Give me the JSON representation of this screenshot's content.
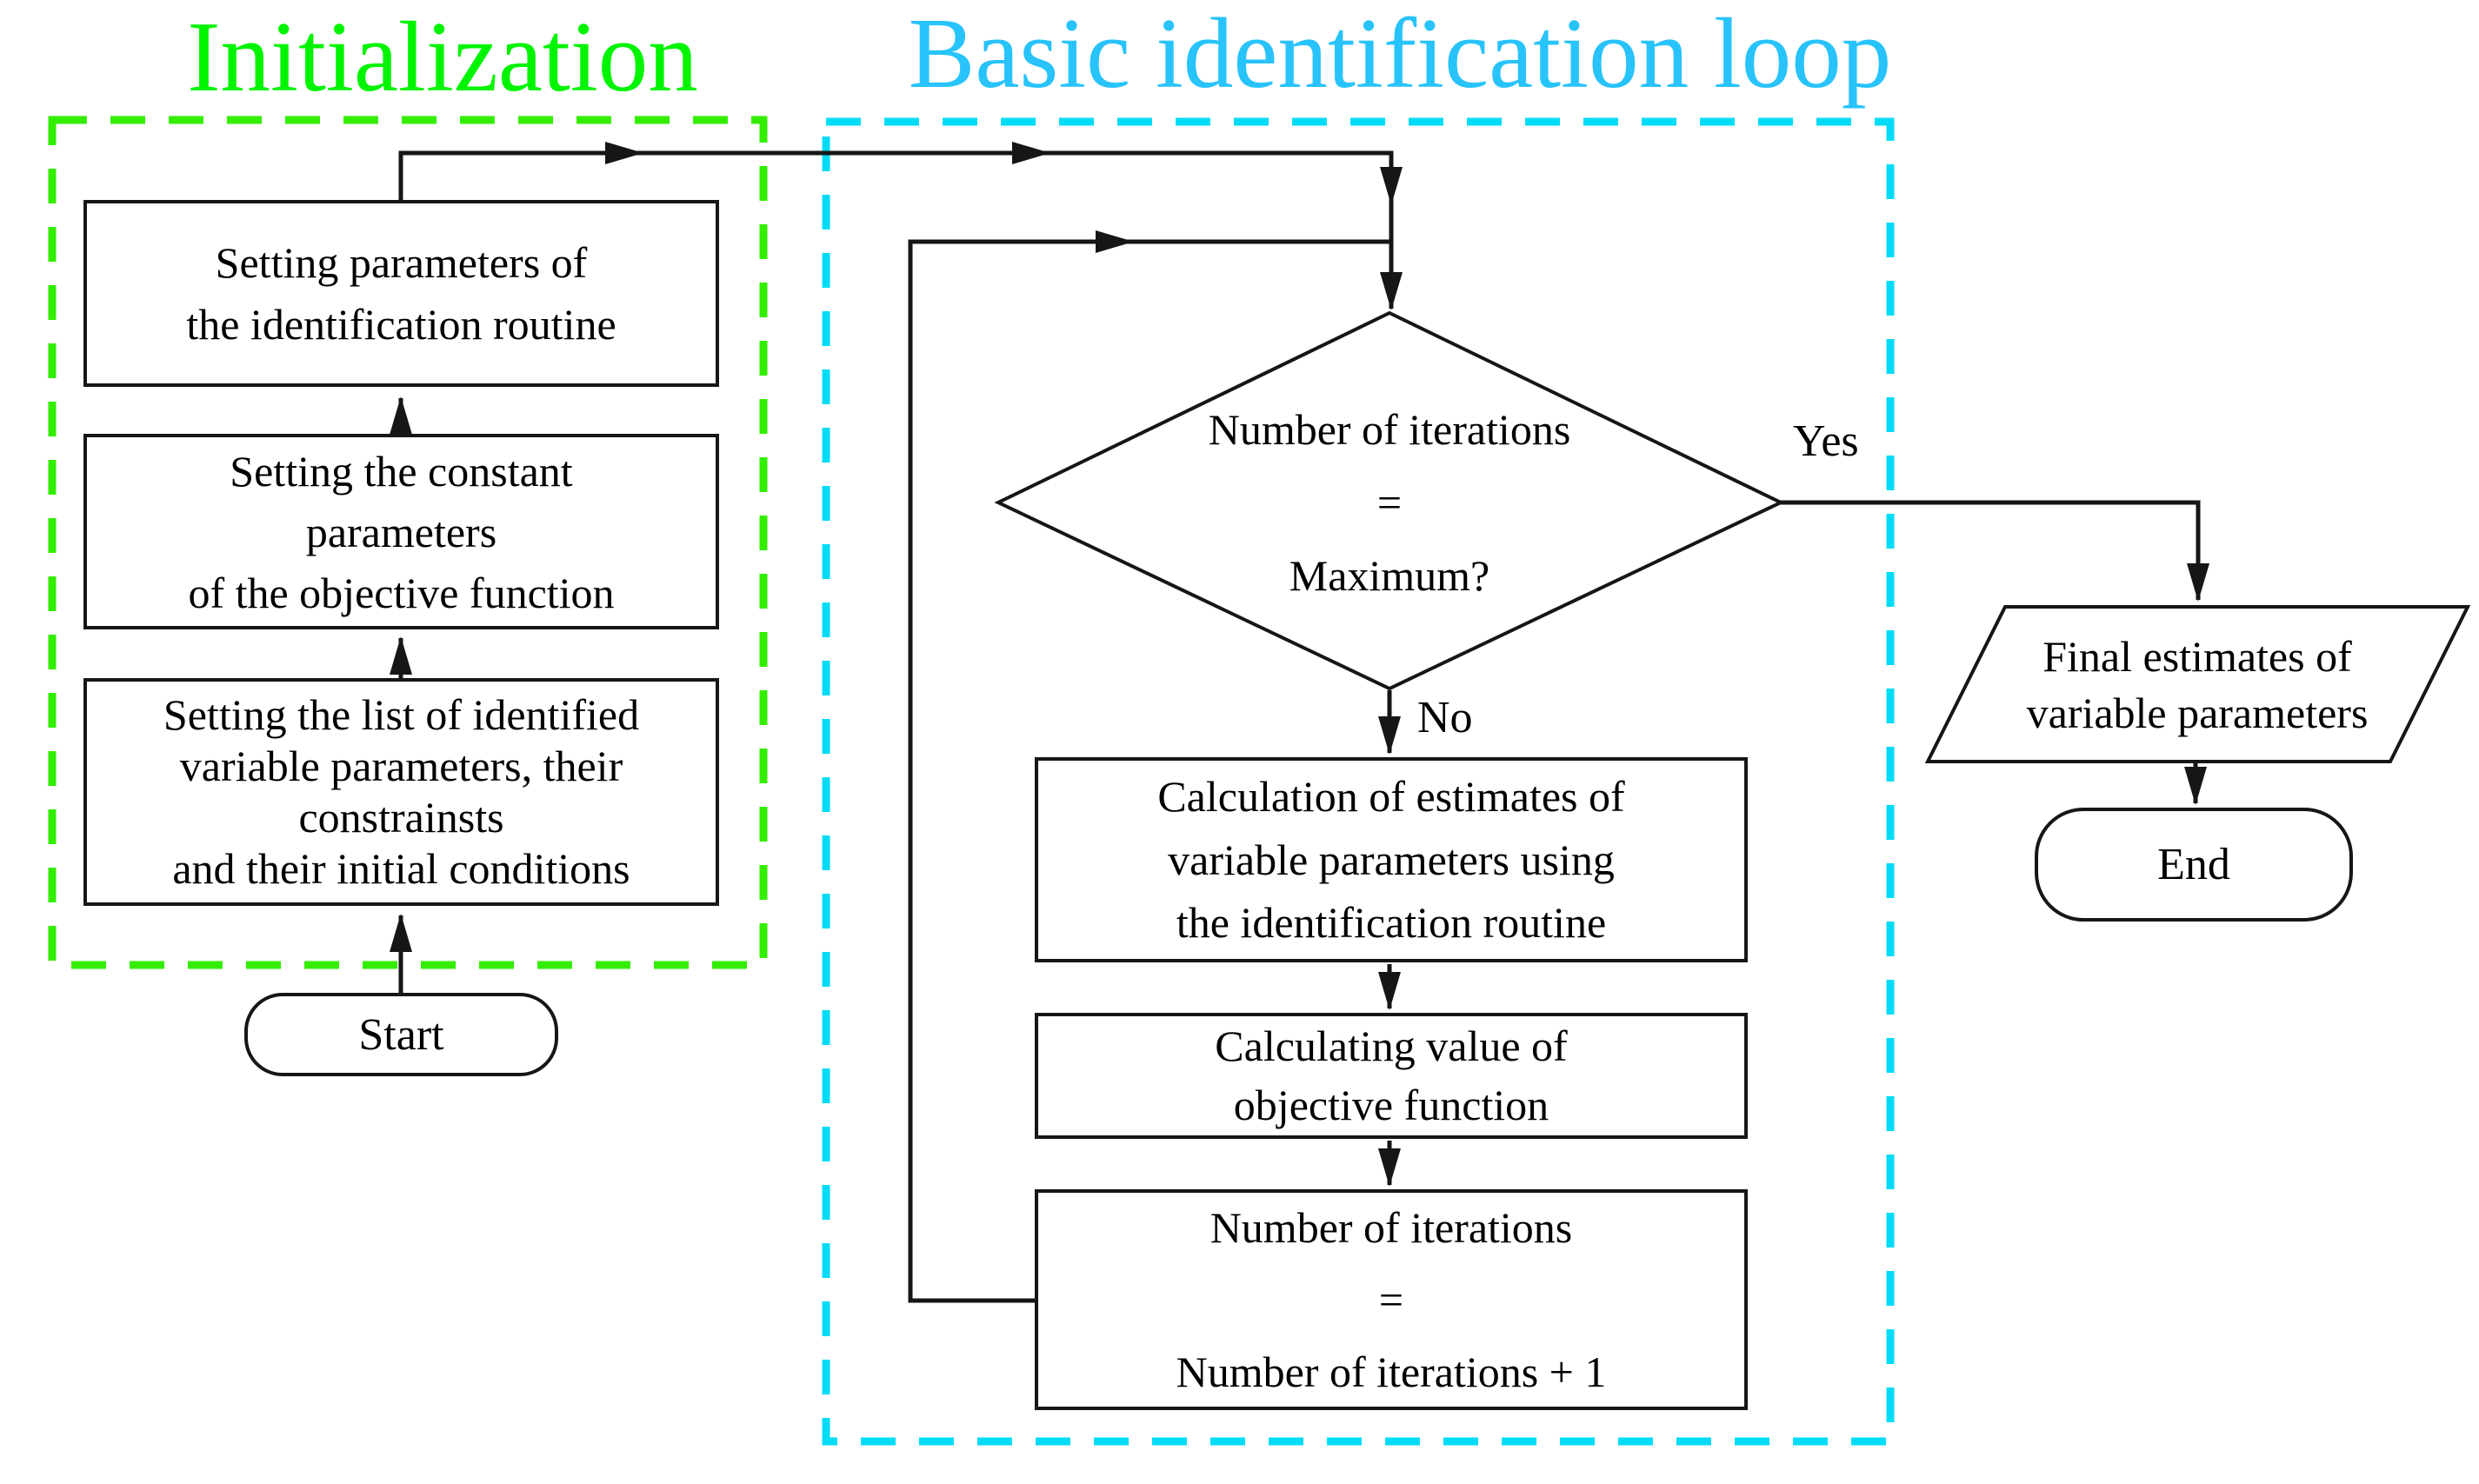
{
  "titles": {
    "initialization": "Initialization",
    "basic_loop": "Basic identification loop"
  },
  "colors": {
    "title_green": "#00f400",
    "title_cyan": "#28c3fa",
    "dash_green": "#33ee00",
    "dash_cyan": "#00dcf5",
    "line_black": "#161616"
  },
  "init": {
    "box1": "Setting  parameters of\nthe identification routine",
    "box2": "Setting the constant\nparameters\nof the objective function",
    "box3": "Setting the list of identified\nvariable parameters, their\nconstrainsts\nand their initial conditions",
    "start": "Start"
  },
  "loop": {
    "decision": "Number of iterations\n=\nMaximum?",
    "box1": "Calculation of estimates of\nvariable parameters using\nthe identification routine",
    "box2": "Calculating value of\nobjective function",
    "box3": "Number of iterations\n=\nNumber of iterations + 1",
    "yes_label": "Yes",
    "no_label": "No"
  },
  "output": {
    "final_estimates": "Final estimates of\nvariable parameters",
    "end": "End"
  }
}
